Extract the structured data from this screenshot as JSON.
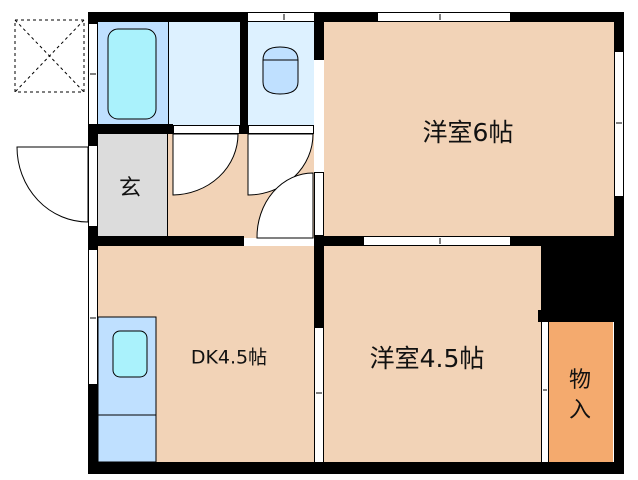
{
  "floor_plan": {
    "rooms": [
      {
        "id": "western-6",
        "label": "洋室6帖",
        "type": "western-room",
        "size_jo": 6
      },
      {
        "id": "western-4-5",
        "label": "洋室4.5帖",
        "type": "western-room",
        "size_jo": 4.5
      },
      {
        "id": "dk",
        "label": "DK4.5帖",
        "type": "dining-kitchen",
        "size_jo": 4.5
      },
      {
        "id": "genkan",
        "label": "玄",
        "type": "entrance"
      },
      {
        "id": "storage",
        "label": "物入",
        "type": "closet"
      },
      {
        "id": "bath",
        "label": "",
        "type": "bathroom"
      },
      {
        "id": "washroom",
        "label": "",
        "type": "washroom"
      },
      {
        "id": "toilet",
        "label": "",
        "type": "toilet"
      }
    ],
    "labels": {
      "western_6": "洋室6帖",
      "western_4_5": "洋室4.5帖",
      "dk": "DK4.5帖",
      "genkan": "玄",
      "storage_line1": "物",
      "storage_line2": "入"
    },
    "colors": {
      "wall": "#000000",
      "wood_floor": "#f2d3b7",
      "wet_area": "#ddf1ff",
      "bath": "#bfe0ff",
      "fixture": "#aaf2fc",
      "genkan": "#dcdcdc",
      "storage": "#f4aa6e"
    }
  }
}
